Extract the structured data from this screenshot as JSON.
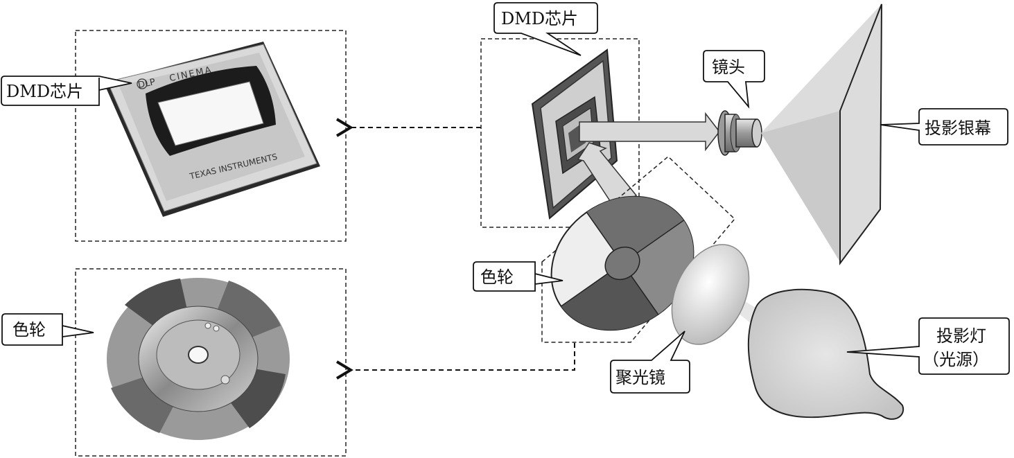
{
  "labels": {
    "dmd_photo": "DMD芯片",
    "wheel_photo": "色轮",
    "dmd_diagram": "DMD芯片",
    "lens": "镜头",
    "screen": "投影银幕",
    "wheel_diagram": "色轮",
    "condenser": "聚光镜",
    "lamp_line1": "投影灯",
    "lamp_line2": "（光源）"
  },
  "chip_marks": {
    "brand": "CINEMA",
    "logo": "DLP",
    "maker": "TEXAS INSTRUMENTS"
  },
  "colors": {
    "ink": "#111111",
    "light_beam": "#d9d9d9",
    "chip_frame": "#4a4a4a",
    "wheel_dark": "#555555",
    "wheel_mid": "#8a8a8a"
  }
}
